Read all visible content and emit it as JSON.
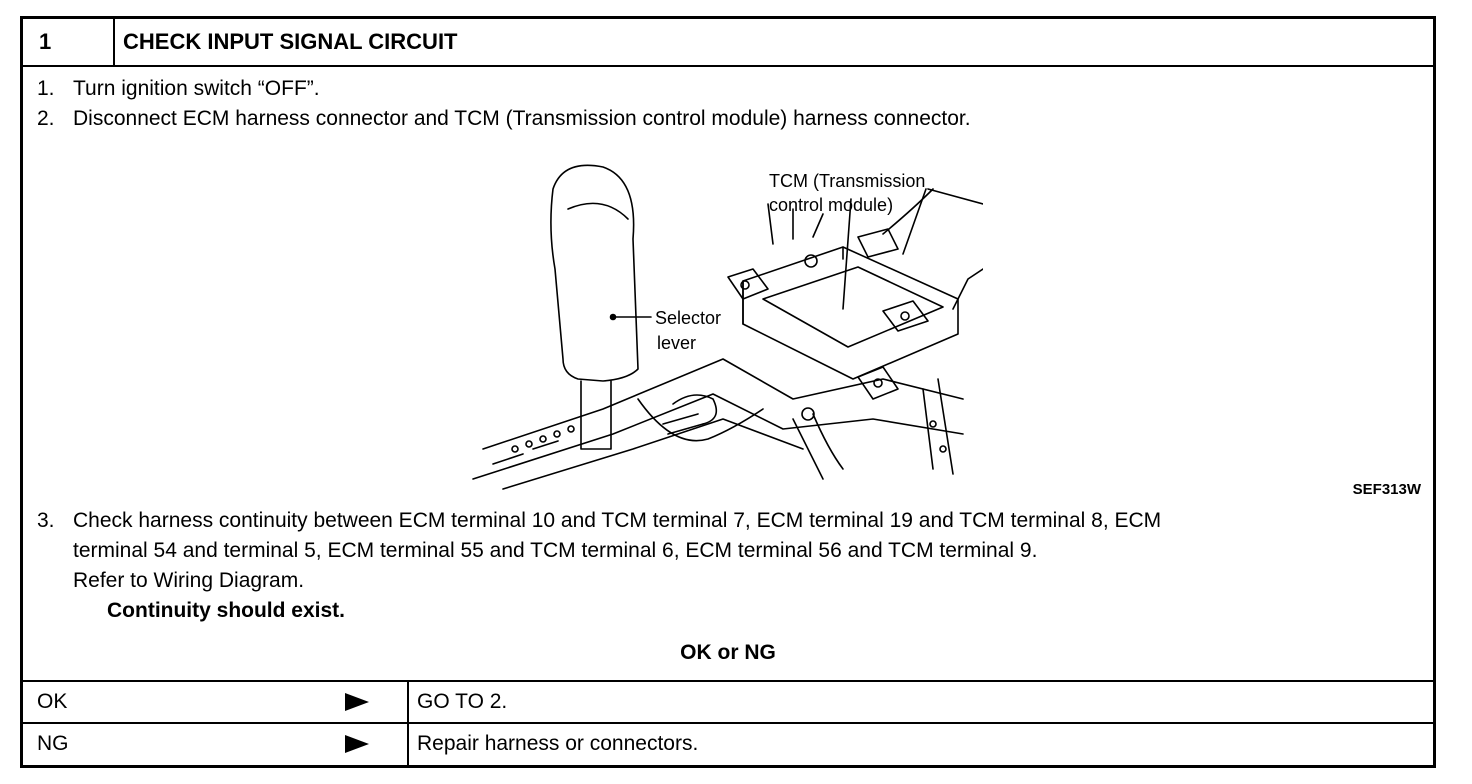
{
  "header": {
    "step_number": "1",
    "title": "CHECK INPUT SIGNAL CIRCUIT"
  },
  "steps": [
    {
      "number": "1.",
      "text": "Turn ignition switch “OFF”."
    },
    {
      "number": "2.",
      "text": "Disconnect ECM harness connector and TCM (Transmission control module) harness connector."
    },
    {
      "number": "3.",
      "lines": [
        "Check harness continuity between ECM terminal 10 and TCM terminal 7, ECM terminal 19 and TCM terminal 8, ECM",
        "terminal 54 and terminal 5, ECM terminal 55 and TCM terminal 6, ECM terminal 56 and TCM terminal 9.",
        "Refer to Wiring Diagram."
      ],
      "spec": "Continuity should exist."
    }
  ],
  "figure": {
    "labels": {
      "tcm_line1": "TCM (Transmission",
      "tcm_line2": "control module)",
      "selector_line1": "Selector",
      "selector_line2": "lever"
    },
    "code": "SEF313W"
  },
  "result": {
    "heading": "OK or NG",
    "rows": [
      {
        "key": "OK",
        "action": "GO TO 2."
      },
      {
        "key": "NG",
        "action": "Repair harness or connectors."
      }
    ]
  }
}
